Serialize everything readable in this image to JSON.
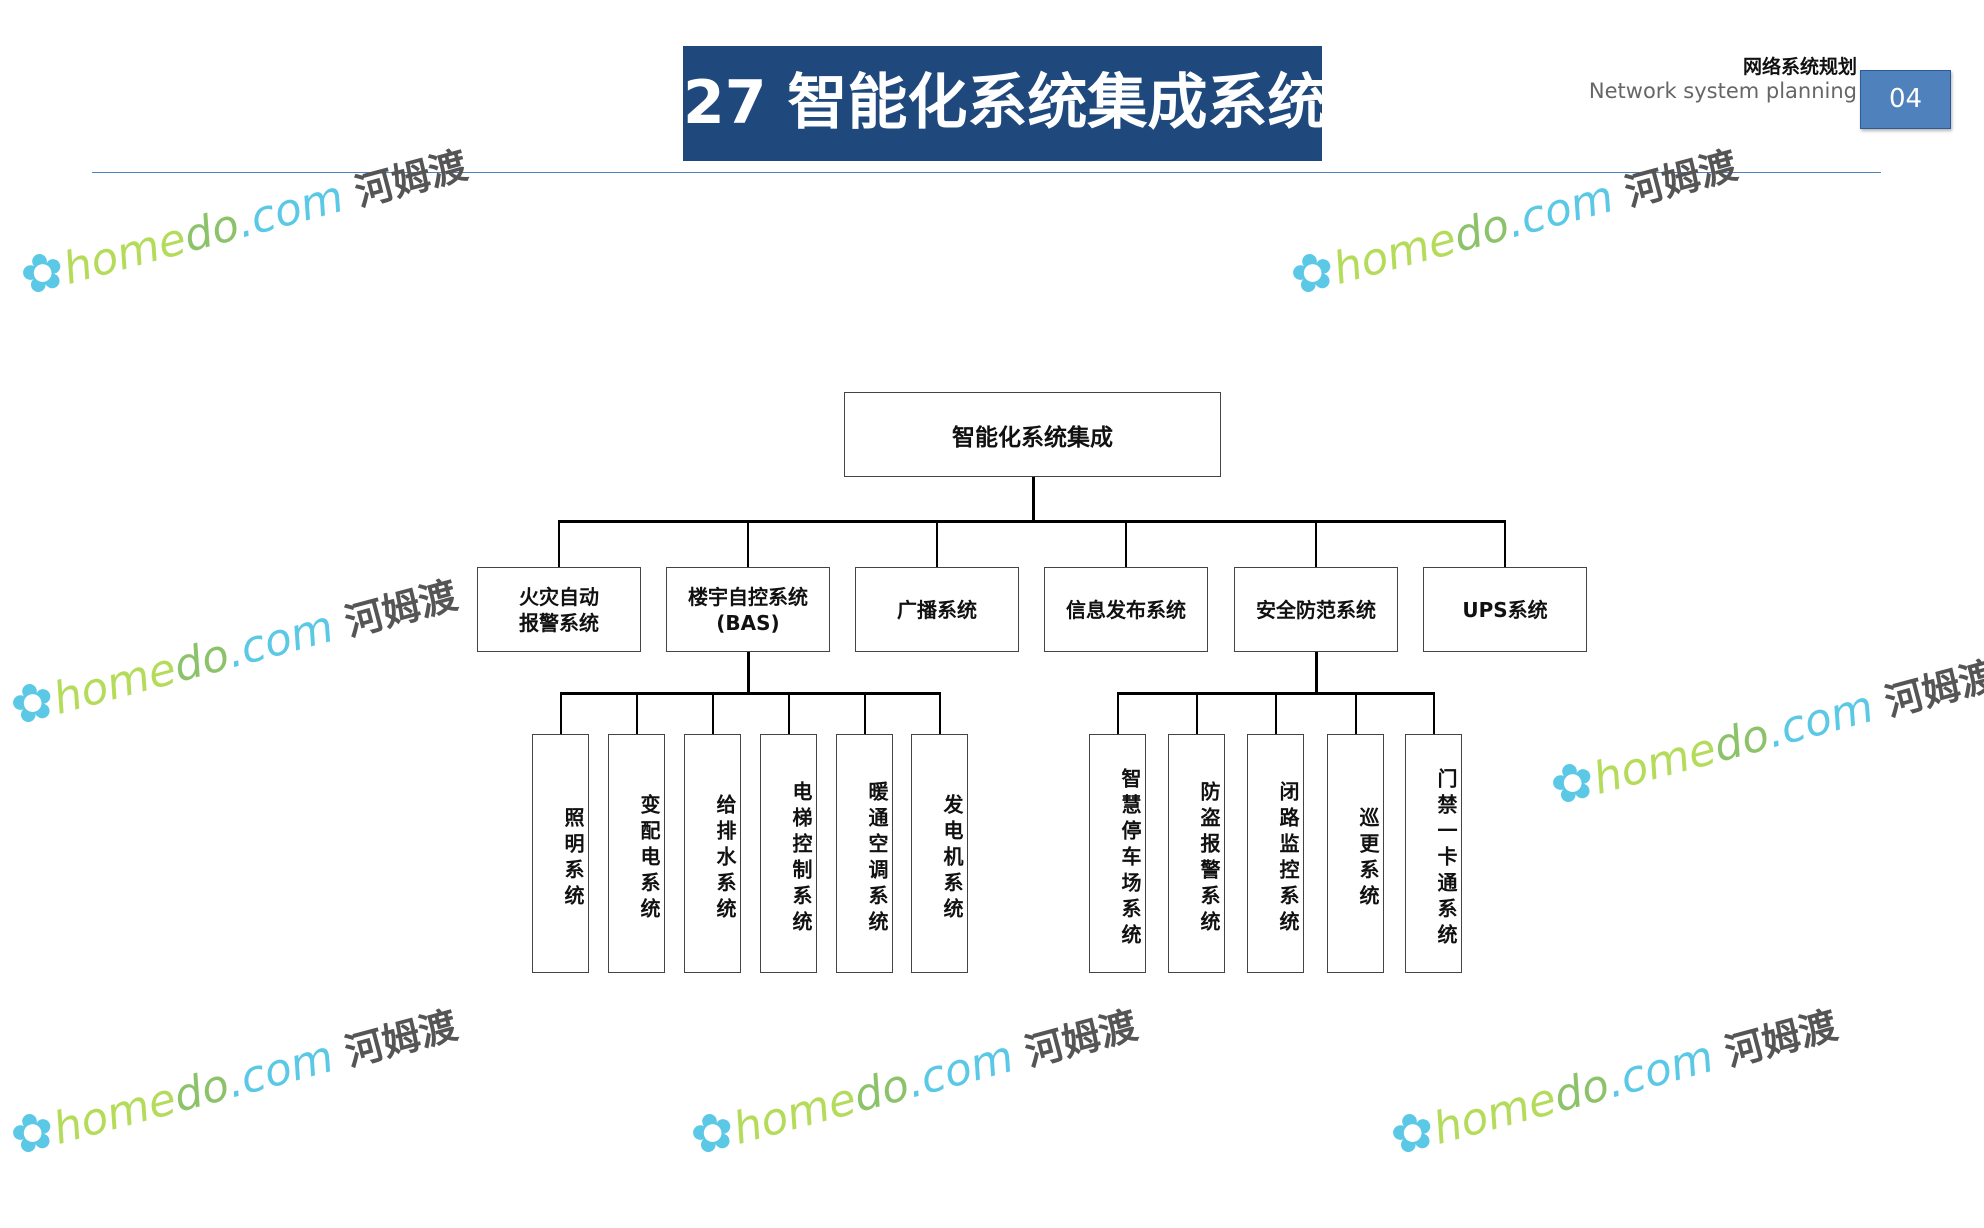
{
  "header": {
    "title": "27 智能化系统集成系统",
    "subtitle_cn": "网络系统规划",
    "subtitle_en": "Network system planning",
    "page_number": "04"
  },
  "diagram": {
    "root": "智能化系统集成",
    "level2": [
      "火灾自动\n报警系统",
      "楼宇自控系统\n(BAS)",
      "广播系统",
      "信息发布系统",
      "安全防范系统",
      "UPS系统"
    ],
    "bas_children": [
      "照明系统",
      "变配电系统",
      "给排水系统",
      "电梯控制系统",
      "暖通空调系统",
      "发电机系统"
    ],
    "security_children": [
      "智慧停车场系统",
      "防盗报警系统",
      "闭路监控系统",
      "巡更系统",
      "门禁一卡通系统"
    ]
  },
  "watermark": {
    "brand_a": "home",
    "brand_b": "do",
    "brand_c": ".com",
    "cn": "河姆渡"
  },
  "colors": {
    "title_bg": "#1f497d",
    "accent": "#4f81bd"
  }
}
